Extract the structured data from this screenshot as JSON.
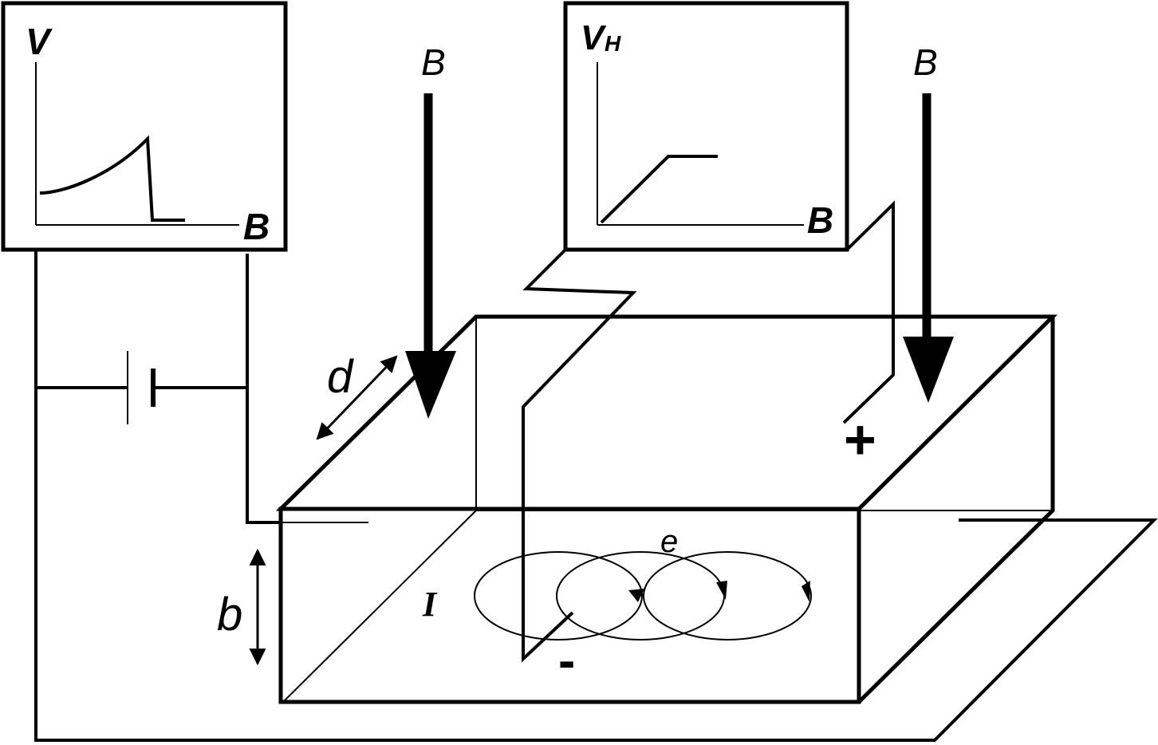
{
  "colors": {
    "ink": "#000000",
    "background": "#ffffff"
  },
  "left_scope": {
    "y_axis_label": "V",
    "x_axis_label": "B"
  },
  "right_scope": {
    "y_axis_label_main": "V",
    "y_axis_label_sub": "H",
    "x_axis_label": "B"
  },
  "field_labels": {
    "left": "B",
    "right": "B"
  },
  "dimensions": {
    "depth": "d",
    "thickness": "b"
  },
  "sample": {
    "current": "I",
    "electron": "e",
    "plus_sign": "+",
    "minus_sign": "-"
  }
}
